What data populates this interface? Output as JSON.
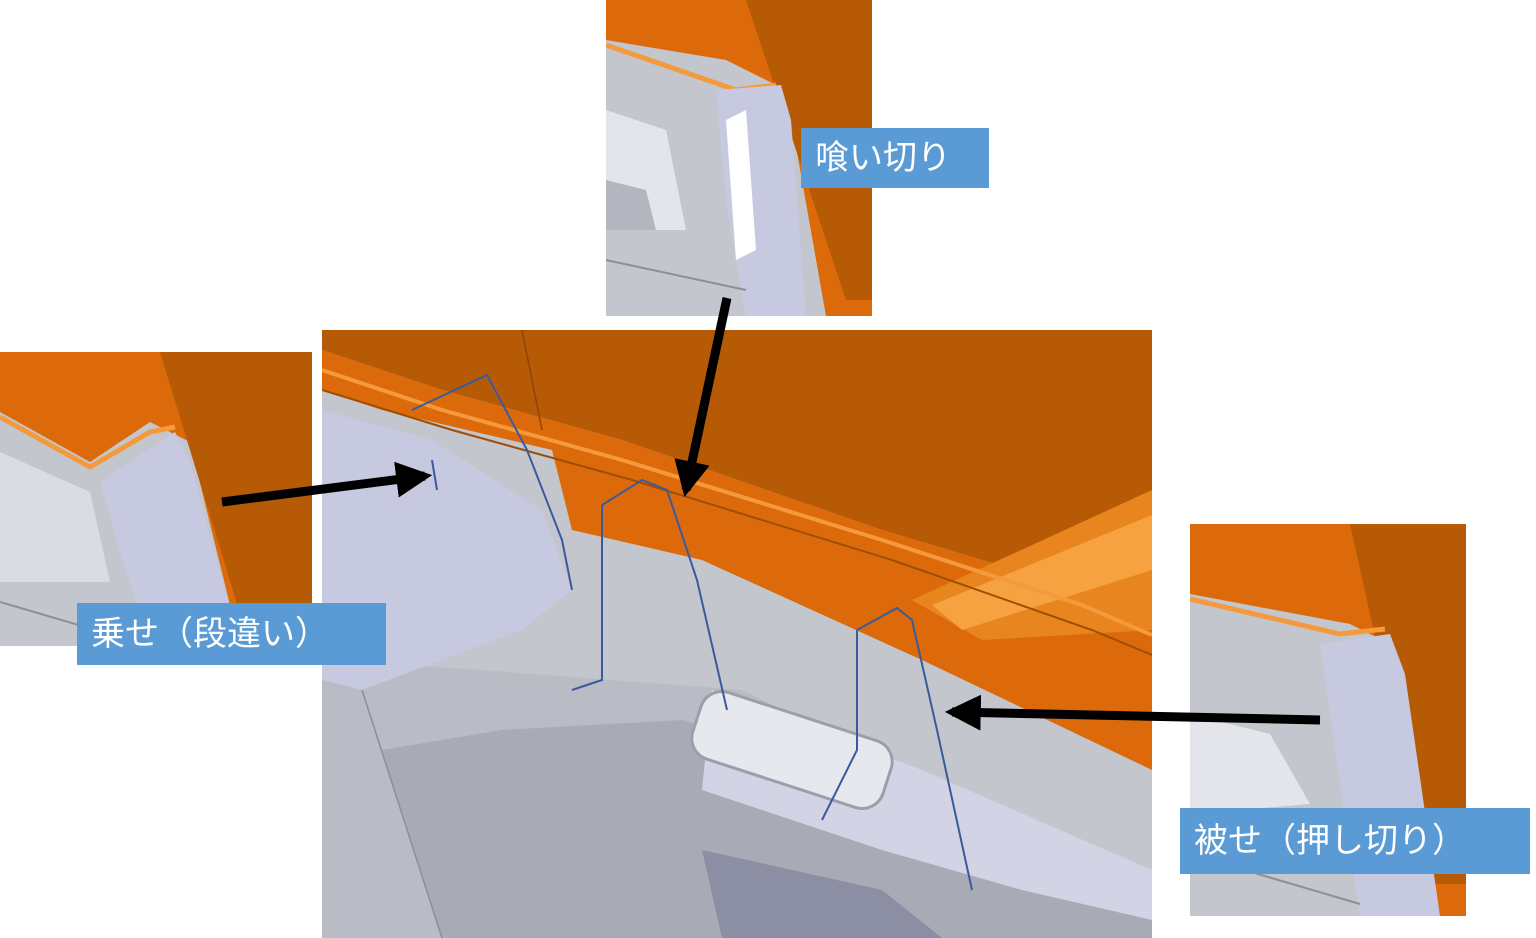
{
  "labels": {
    "kuikiri": "喰い切り",
    "nose": "乗せ（段違い）",
    "kabuse": "被せ（押し切り）"
  },
  "colors": {
    "orange": "#dc6a0a",
    "orange_dark": "#b65a06",
    "orange_light": "#f49a3c",
    "gray": "#c3c6cd",
    "gray_light": "#dde0e6",
    "lavender": "#c7c9e1",
    "line_blue": "#3a5a9e",
    "label_bg": "#5b9bd5",
    "arrow": "#000000"
  }
}
